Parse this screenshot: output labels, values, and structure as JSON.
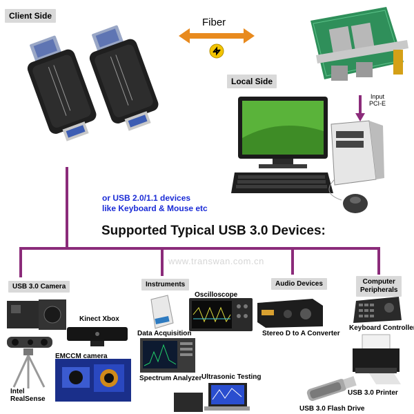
{
  "header": {
    "client_side": "Client Side",
    "fiber": "Fiber",
    "local_side": "Local Side",
    "input_line1": "Input",
    "input_line2": "PCI-E"
  },
  "usb2_note": {
    "line1": "or USB 2.0/1.1 devices",
    "line2": "like Keyboard & Mouse etc"
  },
  "main_title": "Supported Typical USB 3.0 Devices:",
  "watermark": "www.transwan.com.cn",
  "categories": {
    "usb30_camera": "USB 3.0 Camera",
    "instruments": "Instruments",
    "audio_devices": "Audio Devices",
    "computer_peripherals_line1": "Computer",
    "computer_peripherals_line2": "Peripherals"
  },
  "devices": {
    "kinect_xbox": "Kinect Xbox",
    "emccm_camera": "EMCCM camera",
    "intel_realsense_line1": "Intel",
    "intel_realsense_line2": "RealSense",
    "data_acquisition": "Data Acquisition",
    "oscilloscope": "Oscilloscope",
    "spectrum_analyzer": "Spectrum Analyzer",
    "ultrasonic_testing": "Ultrasonic Testing",
    "stereo_dac": "Stereo D to A Converter",
    "keyboard_controller": "Keyboard Controller",
    "usb30_printer": "USB 3.0 Printer",
    "usb30_flash_drive": "USB 3.0 Flash Drive"
  },
  "colors": {
    "connector_line": "#8b2b7a",
    "note_text": "#1a2bd6",
    "fiber_arrow": "#e88a1e",
    "tag_bg": "#d9d9d9"
  },
  "icons": {
    "fiber_arrow": "double-arrow-icon",
    "fiber_badge": "fiber-link-icon",
    "pcie_arrow": "down-arrow-icon"
  }
}
